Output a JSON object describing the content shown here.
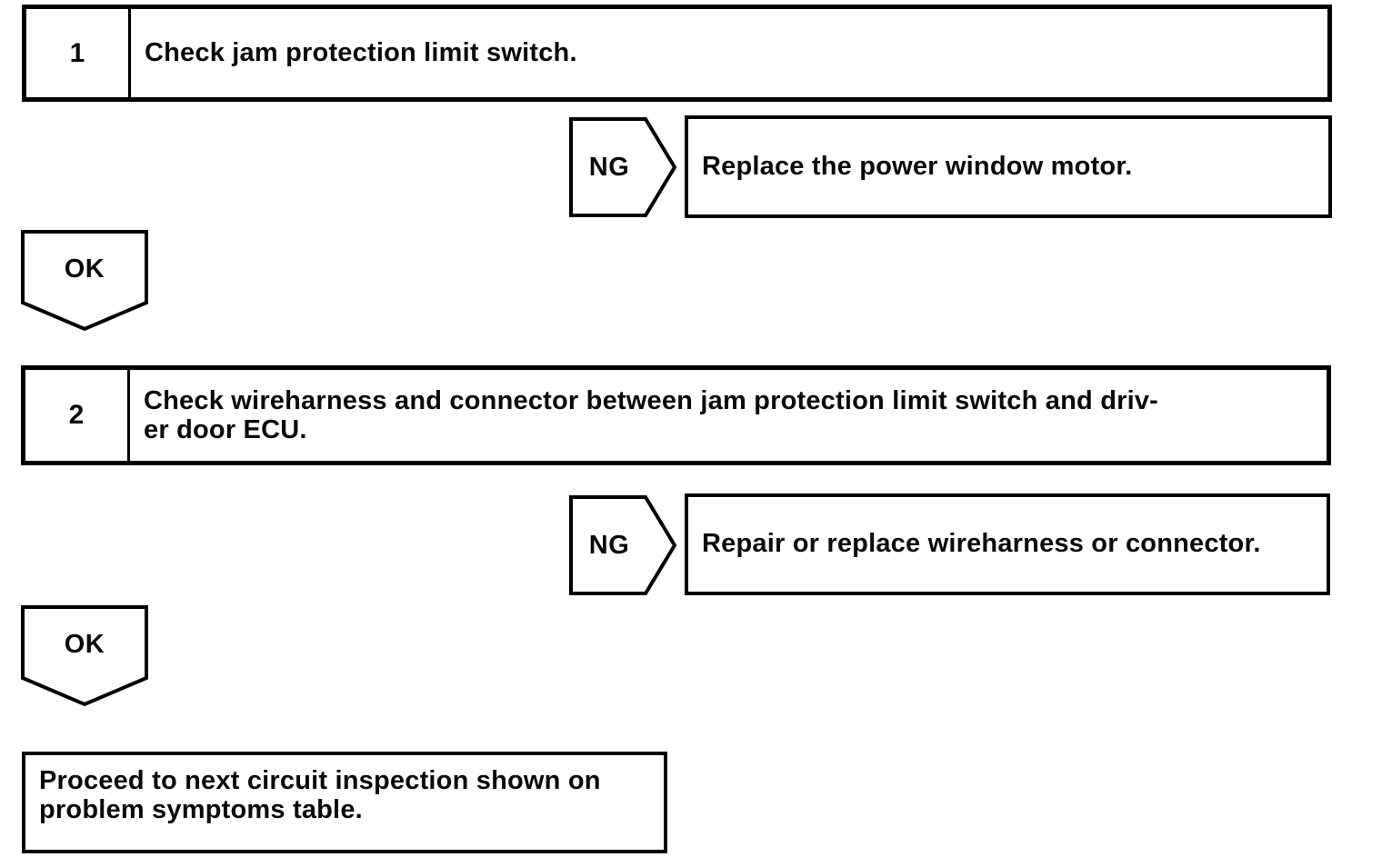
{
  "flowchart": {
    "steps": [
      {
        "number": "1",
        "instruction": "Check jam protection limit switch.",
        "ng_label": "NG",
        "ng_action": "Replace the power window motor.",
        "ok_label": "OK"
      },
      {
        "number": "2",
        "instruction": "Check wireharness and connector between jam protection limit switch and driv-\ner door ECU.",
        "ng_label": "NG",
        "ng_action": "Repair or replace wireharness or connector.",
        "ok_label": "OK"
      }
    ],
    "final_action": "Proceed to next circuit inspection shown on\nproblem symptoms table.",
    "colors": {
      "line": "#000000",
      "background": "#ffffff",
      "text": "#0a0a0a"
    }
  }
}
